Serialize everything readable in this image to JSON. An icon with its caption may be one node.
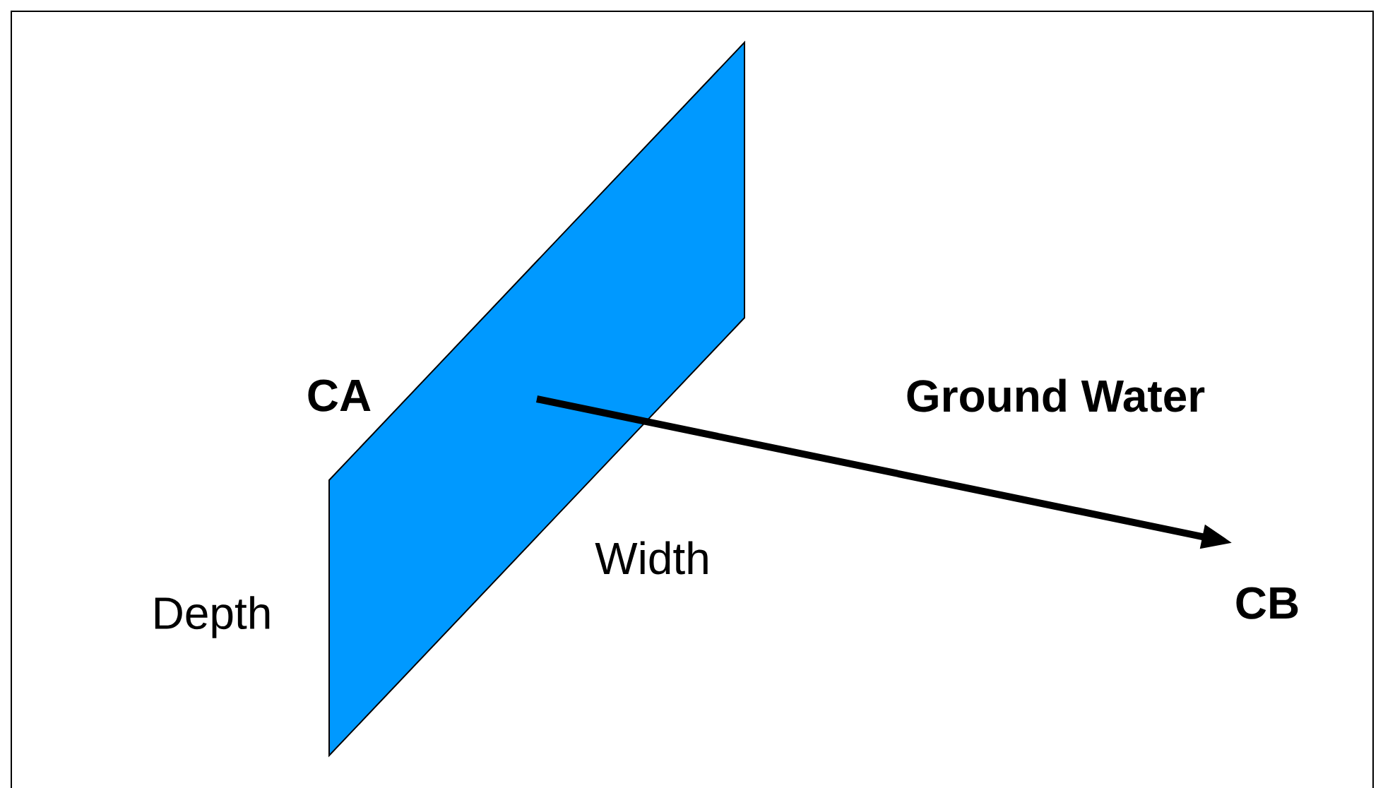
{
  "diagram": {
    "nodes": [
      {
        "text": [],
        "shape": "parallelogram",
        "beside": [
          "CA"
        ]
      },
      {
        "text": [
          "CB"
        ]
      }
    ],
    "edges": [
      {
        "from": 0,
        "to": 1,
        "arrow": "to",
        "label": "Ground Water"
      }
    ],
    "labels": [
      "Width",
      "Depth"
    ]
  }
}
